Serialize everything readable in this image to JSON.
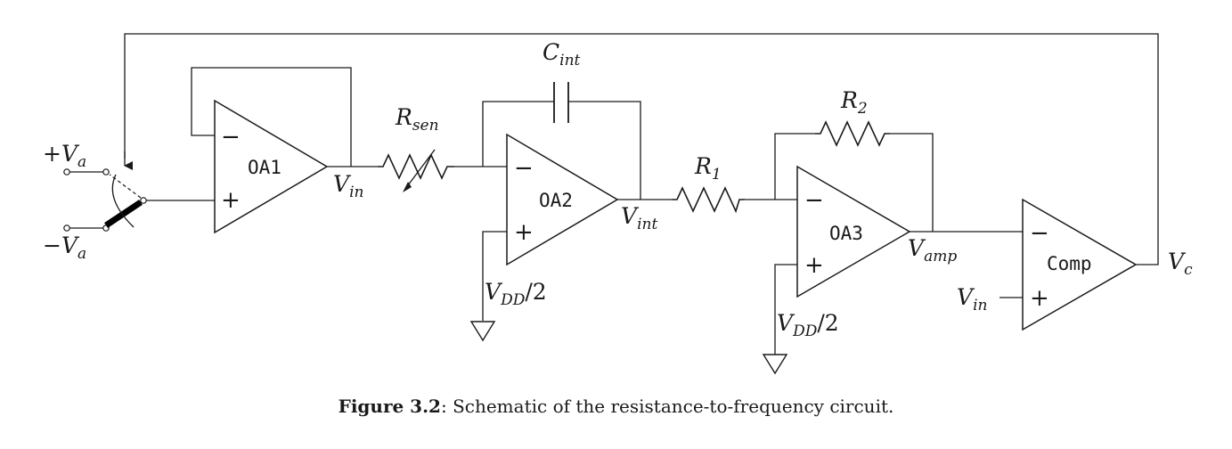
{
  "opamps": {
    "oa1": "OA1",
    "oa2": "OA2",
    "oa3": "OA3",
    "comp": "Comp"
  },
  "signs": {
    "minus": "−",
    "plus": "+"
  },
  "labels": {
    "plus_va": {
      "sign": "+",
      "main": "V",
      "sub": "a"
    },
    "minus_va": {
      "sign": "−",
      "main": "V",
      "sub": "a"
    },
    "vin": {
      "main": "V",
      "sub": "in"
    },
    "vint": {
      "main": "V",
      "sub": "int"
    },
    "vamp": {
      "main": "V",
      "sub": "amp"
    },
    "vc": {
      "main": "V",
      "sub": "c"
    },
    "vin_comp": {
      "main": "V",
      "sub": "in"
    },
    "rsen": {
      "main": "R",
      "sub": "sen"
    },
    "cint": {
      "main": "C",
      "sub": "int"
    },
    "r1": {
      "main": "R",
      "sub": "1"
    },
    "r2": {
      "main": "R",
      "sub": "2"
    },
    "vdd_oa2": {
      "main": "V",
      "sub": "DD",
      "tail": "/2"
    },
    "vdd_oa3": {
      "main": "V",
      "sub": "DD",
      "tail": "/2"
    }
  },
  "caption": {
    "figure": "Figure 3.2",
    "text": ": Schematic of the resistance-to-frequency circuit."
  }
}
